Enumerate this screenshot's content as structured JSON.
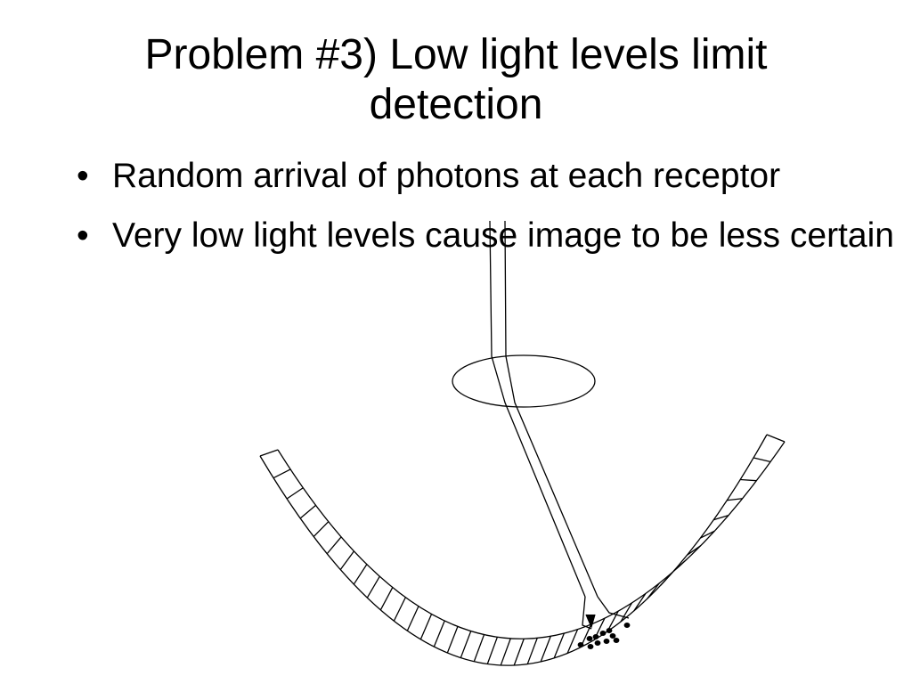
{
  "slide": {
    "title_line1": "Problem #3) Low light levels limit",
    "title_line2": "detection",
    "bullet_symbol": "•",
    "bullets": [
      "Random arrival of photons at each receptor",
      "Very low light levels cause image to be less certain"
    ]
  },
  "diagram": {
    "parts": [
      "lens",
      "light-beam",
      "retina-receptors",
      "photon-dots"
    ],
    "colors": {
      "line": "#000000",
      "background": "#ffffff"
    },
    "photon_count": 11
  }
}
